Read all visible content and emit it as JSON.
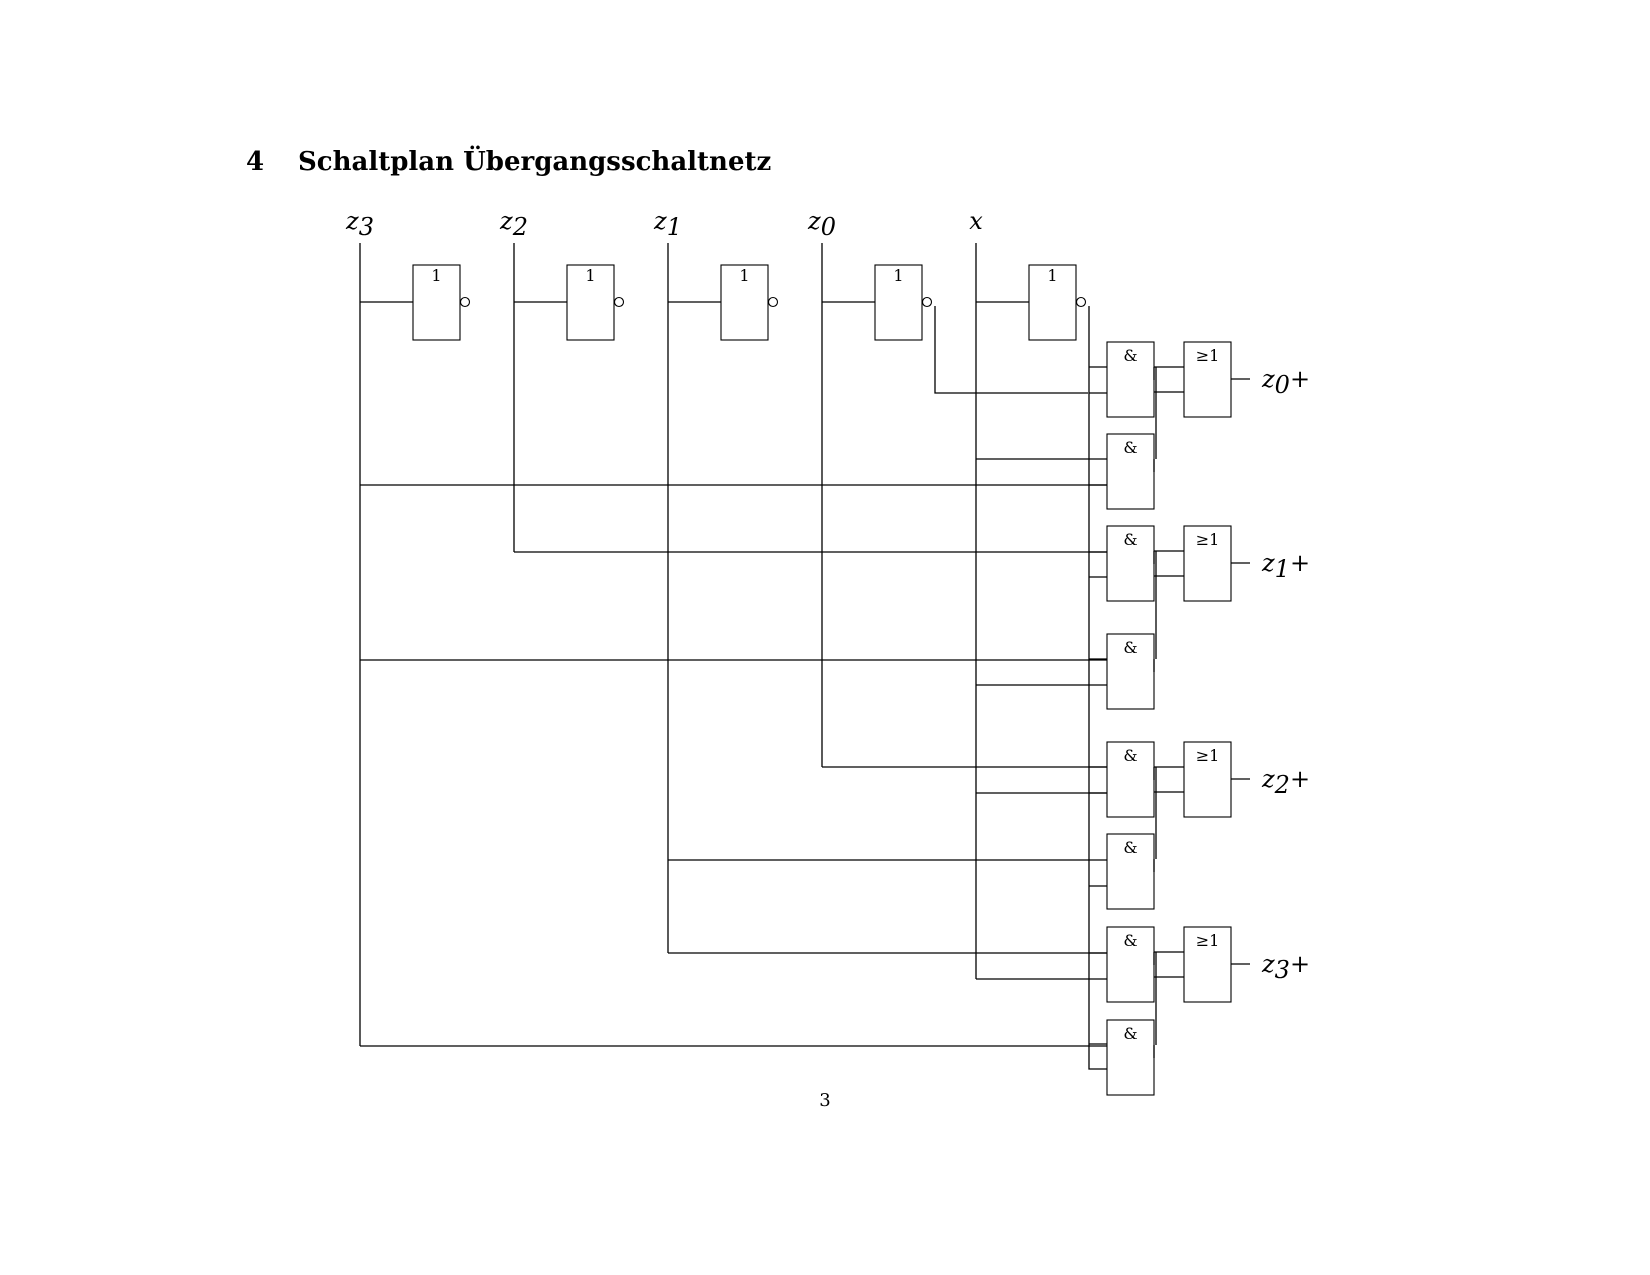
{
  "section": {
    "number": "4",
    "title": "Schaltplan Übergangsschaltnetz"
  },
  "inputs": [
    {
      "id": "z3",
      "symbol": "z",
      "sub": "3"
    },
    {
      "id": "z2",
      "symbol": "z",
      "sub": "2"
    },
    {
      "id": "z1",
      "symbol": "z",
      "sub": "1"
    },
    {
      "id": "z0",
      "symbol": "z",
      "sub": "0"
    },
    {
      "id": "x",
      "symbol": "x",
      "sub": ""
    }
  ],
  "gate_labels": {
    "not": "1",
    "and": "&",
    "or": "≥1"
  },
  "outputs": [
    {
      "id": "z0+",
      "symbol": "z",
      "sub": "0",
      "suffix": "+"
    },
    {
      "id": "z1+",
      "symbol": "z",
      "sub": "1",
      "suffix": "+"
    },
    {
      "id": "z2+",
      "symbol": "z",
      "sub": "2",
      "suffix": "+"
    },
    {
      "id": "z3+",
      "symbol": "z",
      "sub": "3",
      "suffix": "+"
    }
  ],
  "page_number": "3"
}
